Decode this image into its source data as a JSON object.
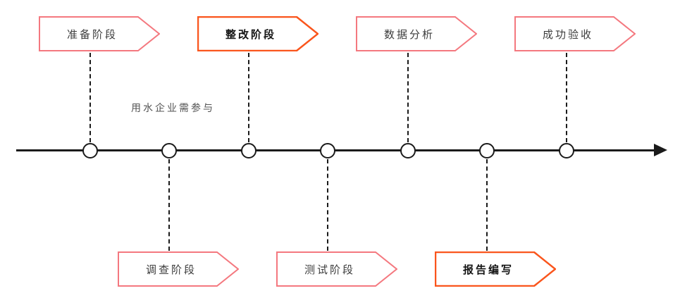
{
  "colors": {
    "accent_pink": "#f4787f",
    "accent_orange": "#fa551c",
    "line": "#1a1a1a"
  },
  "note": "用水企业需参与",
  "phases": {
    "top": [
      {
        "label": "准备阶段",
        "emphasis": false
      },
      {
        "label": "整改阶段",
        "emphasis": true
      },
      {
        "label": "数据分析",
        "emphasis": false
      },
      {
        "label": "成功验收",
        "emphasis": false
      }
    ],
    "bottom": [
      {
        "label": "调查阶段",
        "emphasis": false
      },
      {
        "label": "测试阶段",
        "emphasis": false
      },
      {
        "label": "报告编写",
        "emphasis": true
      }
    ]
  }
}
